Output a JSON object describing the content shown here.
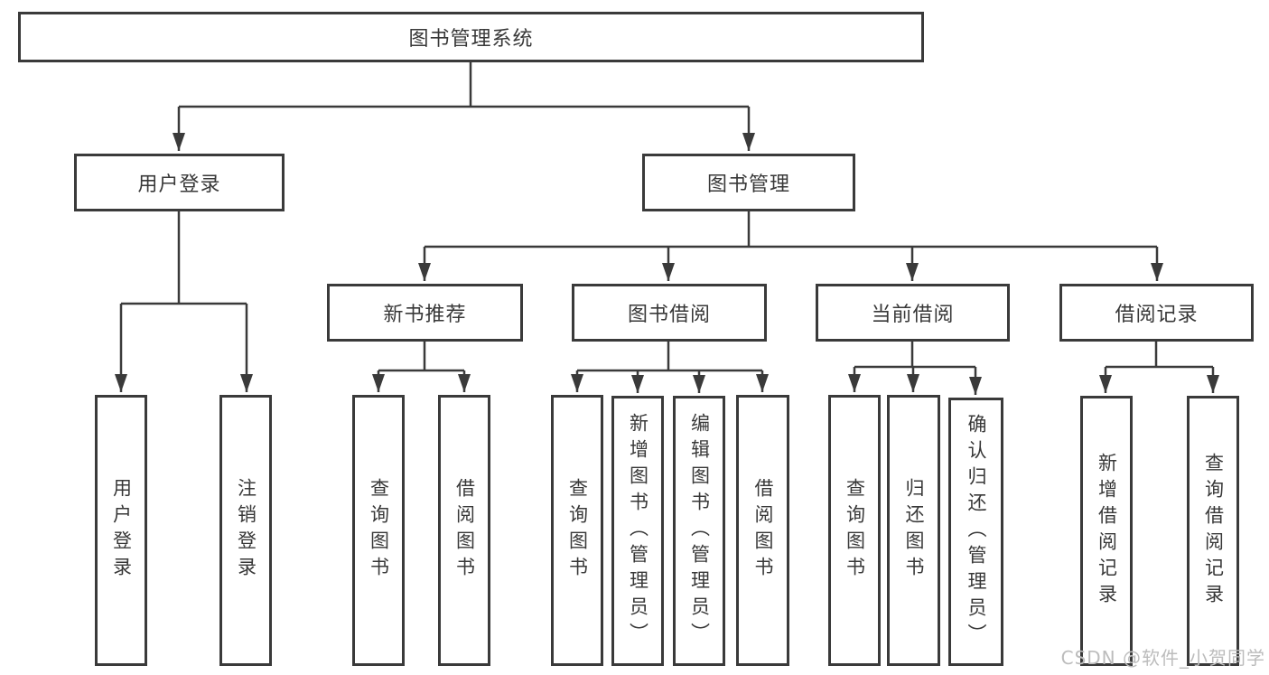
{
  "title": "图书管理系统",
  "branches": [
    {
      "label": "用户登录",
      "children": [
        {
          "label": "用户登录"
        },
        {
          "label": "注销登录"
        }
      ]
    },
    {
      "label": "图书管理",
      "children": [
        {
          "label": "新书推荐",
          "children": [
            {
              "label": "查询图书"
            },
            {
              "label": "借阅图书"
            }
          ]
        },
        {
          "label": "图书借阅",
          "children": [
            {
              "label": "查询图书"
            },
            {
              "label": "新增图书（管理员）"
            },
            {
              "label": "编辑图书（管理员）"
            },
            {
              "label": "借阅图书"
            }
          ]
        },
        {
          "label": "当前借阅",
          "children": [
            {
              "label": "查询图书"
            },
            {
              "label": "归还图书"
            },
            {
              "label": "确认归还（管理员）"
            }
          ]
        },
        {
          "label": "借阅记录",
          "children": [
            {
              "label": "新增借阅记录"
            },
            {
              "label": "查询借阅记录"
            }
          ]
        }
      ]
    }
  ],
  "watermark": "CSDN @软件_小贺同学",
  "colors": {
    "line": "#3a3a3a",
    "text": "#383838",
    "watermark": "#bcbcbc",
    "background": "#ffffff"
  }
}
